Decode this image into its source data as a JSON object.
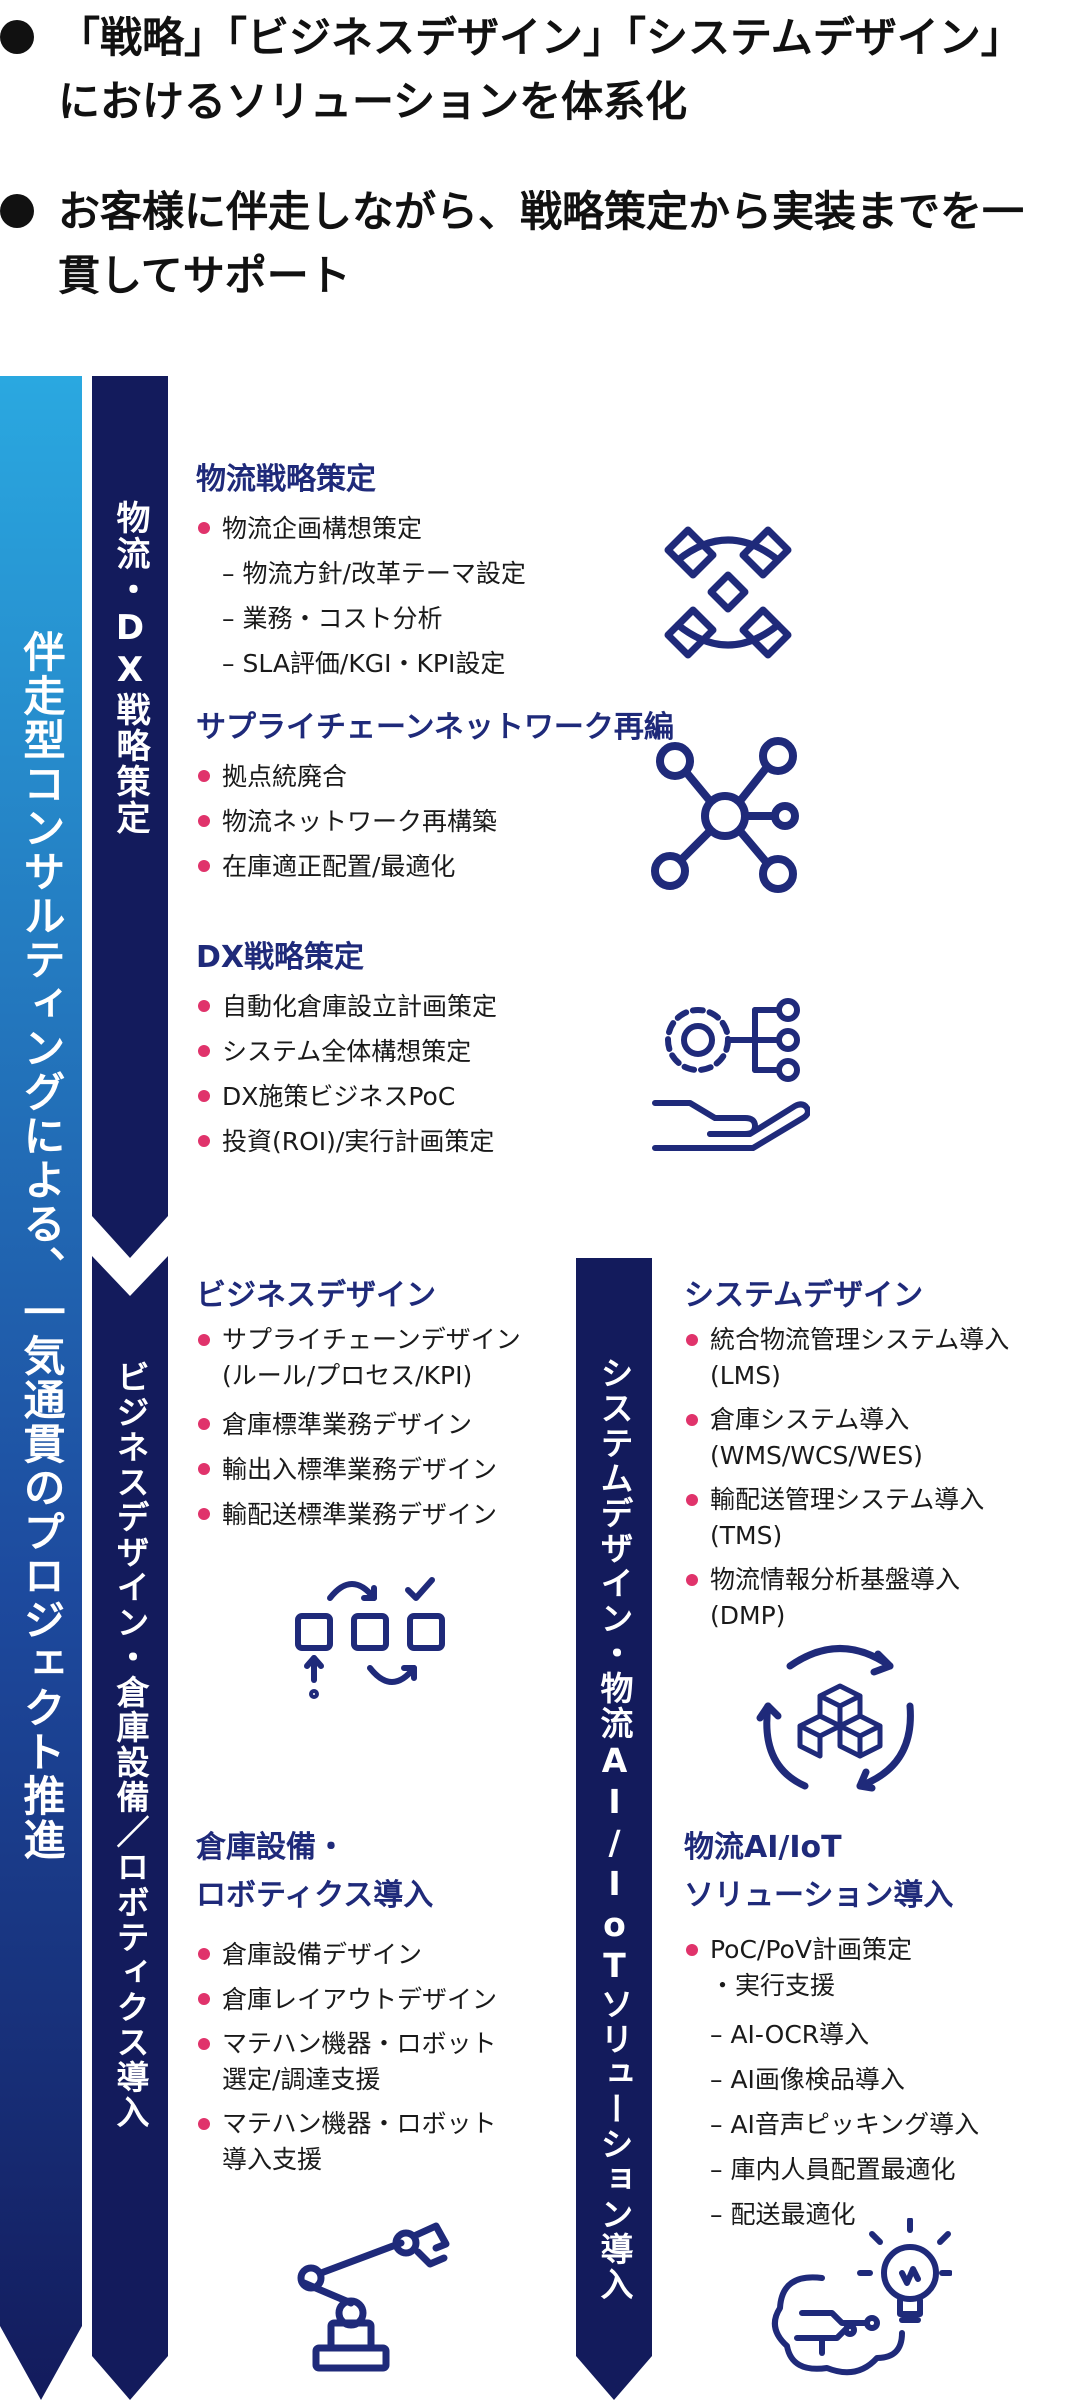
{
  "intro": {
    "bullet1": "「戦略」「ビジネスデザイン」「システムデザイン」におけるソリューションを体系化",
    "bullet2": "お客様に伴走しながら、戦略策定から実装までを一貫してサポート"
  },
  "arrows": {
    "main": "伴走型コンサルティングによる、一気通貫のプロジェクト推進",
    "strategy": "物流・DX戦略策定",
    "business": "ビジネスデザイン・倉庫設備／ロボティクス導入",
    "system": "システムデザイン・物流AI/IoTソリューション導入"
  },
  "colors": {
    "navy": "#131b5c",
    "light_blue": "#2aa8e0",
    "title": "#1f2a7a",
    "bullet": "#e0336b"
  },
  "sections": {
    "logistics_strategy": {
      "title": "物流戦略策定",
      "item1": "物流企画構想策定",
      "sub1": "– 物流方針/改革テーマ設定",
      "sub2": "– 業務・コスト分析",
      "sub3": "– SLA評価/KGI・KPI設定",
      "icon": "hands-puzzle-icon"
    },
    "supply_chain": {
      "title": "サプライチェーンネットワーク再編",
      "item1": "拠点統廃合",
      "item2": "物流ネットワーク再構築",
      "item3": "在庫適正配置/最適化",
      "icon": "network-hub-icon"
    },
    "dx_strategy": {
      "title": "DX戦略策定",
      "item1": "自動化倉庫設立計画策定",
      "item2": "システム全体構想策定",
      "item3": "DX施策ビジネスPoC",
      "item4": "投資(ROI)/実行計画策定",
      "icon": "gear-hand-icon"
    },
    "business_design": {
      "title": "ビジネスデザイン",
      "item1_l1": "サプライチェーンデザイン",
      "item1_l2": "(ルール/プロセス/KPI)",
      "item2": "倉庫標準業務デザイン",
      "item3": "輸出入標準業務デザイン",
      "item4": "輸配送標準業務デザイン",
      "icon": "process-flow-icon"
    },
    "warehouse": {
      "title_l1": "倉庫設備・",
      "title_l2": "ロボティクス導入",
      "item1": "倉庫設備デザイン",
      "item2": "倉庫レイアウトデザイン",
      "item3_l1": "マテハン機器・ロボット",
      "item3_l2": "選定/調達支援",
      "item4_l1": "マテハン機器・ロボット",
      "item4_l2": "導入支援",
      "icon": "robot-arm-icon"
    },
    "system_design": {
      "title": "システムデザイン",
      "item1_l1": "統合物流管理システム導入",
      "item1_l2": "(LMS)",
      "item2_l1": "倉庫システム導入",
      "item2_l2": "(WMS/WCS/WES)",
      "item3_l1": "輸配送管理システム導入",
      "item3_l2": "(TMS)",
      "item4_l1": "物流情報分析基盤導入",
      "item4_l2": "(DMP)",
      "icon": "boxes-cycle-icon"
    },
    "ai_iot": {
      "title_l1": "物流AI/IoT",
      "title_l2": "ソリューション導入",
      "item1_l1": "PoC/PoV計画策定",
      "item1_l2": "・実行支援",
      "sub1": "– AI-OCR導入",
      "sub2": "– AI画像検品導入",
      "sub3": "– AI音声ピッキング導入",
      "sub4": "– 庫内人員配置最適化",
      "sub5": "– 配送最適化",
      "icon": "brain-bulb-icon"
    }
  }
}
